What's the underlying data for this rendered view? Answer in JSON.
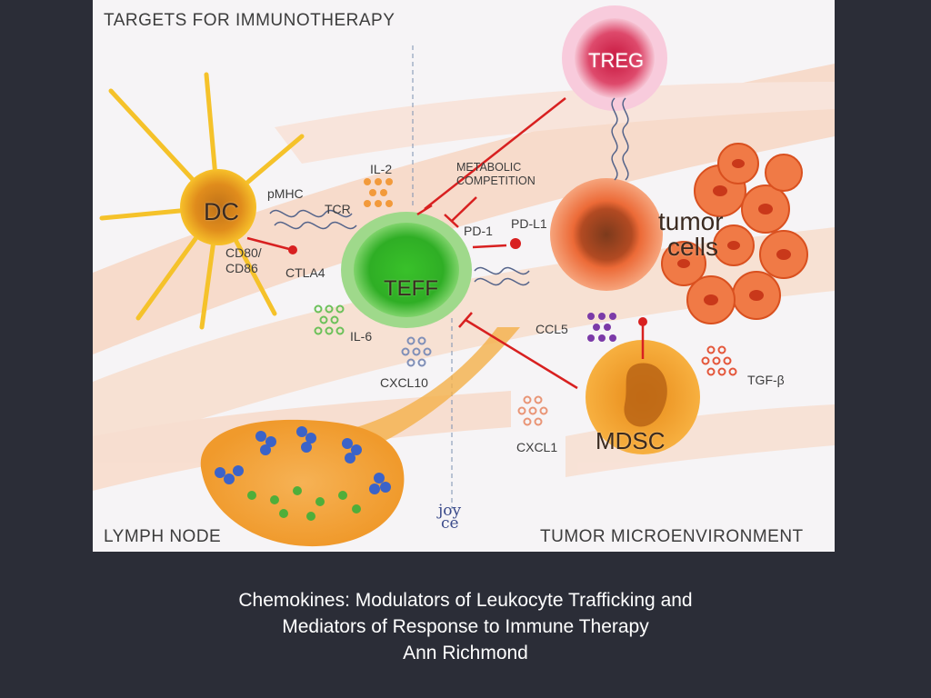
{
  "figure": {
    "header_title": "TARGETS FOR IMMUNOTHERAPY",
    "lymph_node_label": "LYMPH NODE",
    "tumor_microenvironment_label": "TUMOR MICROENVIRONMENT",
    "cells": {
      "dc": "DC",
      "teff": "TEFF",
      "treg": "TREG",
      "tumor": [
        "tumor",
        "cells"
      ],
      "mdsc": "MDSC"
    },
    "molecules": {
      "pmhc": "pMHC",
      "tcr": "TCR",
      "il2": "IL-2",
      "metabolic_competition": [
        "METABOLIC",
        "COMPETITION"
      ],
      "pd1": "PD-1",
      "pdl1": "PD-L1",
      "cd80_cd86": [
        "CD80/",
        "CD86"
      ],
      "ctla4": "CTLA4",
      "il6": "IL-6",
      "cxcl10": "CXCL10",
      "ccl5": "CCL5",
      "tgfb": "TGF-β",
      "cxcl1": "CXCL1"
    },
    "signature": [
      "joy",
      "ce"
    ],
    "colors": {
      "dc": "#f2a01e",
      "teff": "#3dbd2c",
      "treg": "#d4234f",
      "tumor": "#e8602f",
      "mdsc": "#f29a1f",
      "inhibit_line": "#d82020"
    }
  },
  "caption": {
    "line1": "Chemokines: Modulators of Leukocyte Trafficking and",
    "line2": "Mediators of Response to Immune Therapy",
    "line3": "Ann Richmond"
  }
}
